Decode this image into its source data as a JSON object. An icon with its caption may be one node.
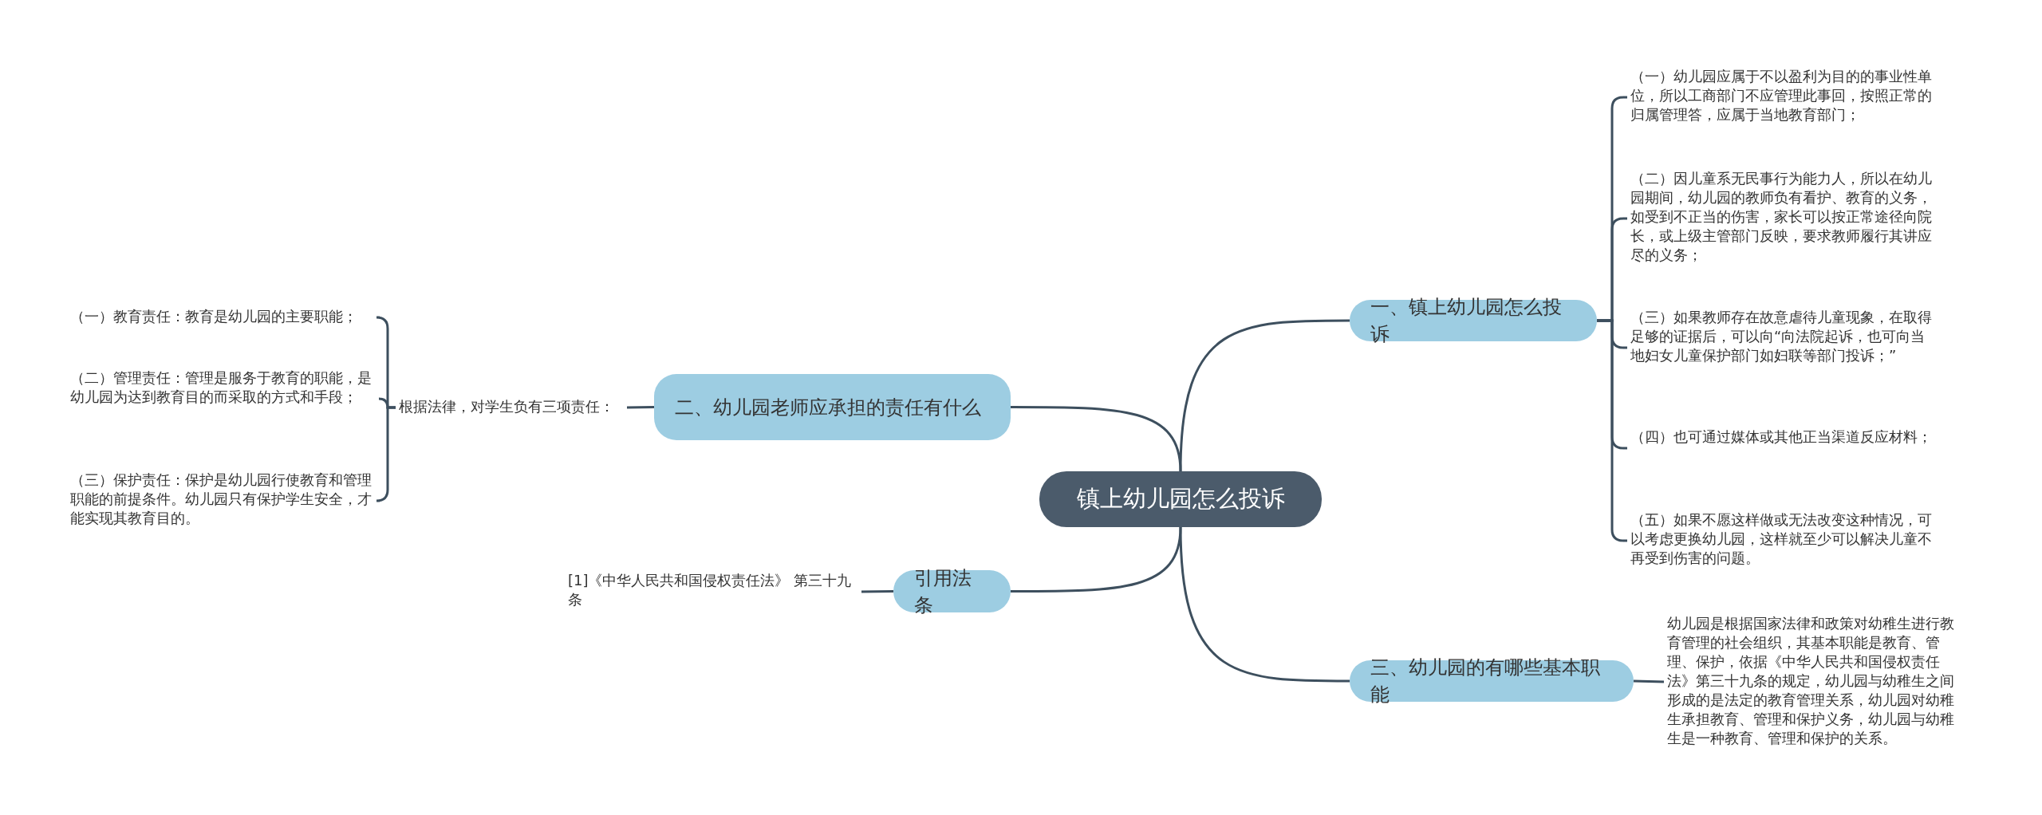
{
  "diagram": {
    "nodes": [
      {
        "text": [
          "镇上幼儿园怎么投诉"
        ]
      },
      {
        "text": [
          "一、镇上幼儿园怎么投诉"
        ]
      },
      {
        "text": [
          "（一）幼儿园应属于不以盈利为目的的事业性单位，所以工商部门不应管理此事回，按照正常的归属管理答，应属于当地教育部门；"
        ]
      },
      {
        "text": [
          "（二）因儿童系无民事行为能力人，所以在幼儿园期间，幼儿园的教师负有看护、教育的义务，如受到不正当的伤害，家长可以按正常途径向院长，或上级主管部门反映，要求教师履行其讲应尽的义务；"
        ]
      },
      {
        "text": [
          "（三）如果教师存在故意虐待儿童现象，在取得足够的证据后，可以向“向法院起诉，也可向当地妇女儿童保护部门如妇联等部门投诉；”"
        ]
      },
      {
        "text": [
          "（四）也可通过媒体或其他正当渠道反应材料；"
        ]
      },
      {
        "text": [
          "（五）如果不愿这样做或无法改变这种情况，可以考虑更换幼儿园，这样就至少可以解决儿童不再受到伤害的问题。"
        ]
      },
      {
        "text": [
          "二、幼儿园老师应承担的责任有什么"
        ]
      },
      {
        "text": [
          "根据法律，对学生负有三项责任："
        ]
      },
      {
        "text": [
          "（一）教育责任：教育是幼儿园的主要职能；"
        ]
      },
      {
        "text": [
          "（二）管理责任：管理是服务于教育的职能，是幼儿园为达到教育目的而采取的方式和手段；"
        ]
      },
      {
        "text": [
          "（三）保护责任：保护是幼儿园行使教育和管理职能的前提条件。幼儿园只有保护学生安全，才能实现其教育目的。"
        ]
      },
      {
        "text": [
          "引用法条"
        ]
      },
      {
        "text": [
          "[1]《中华人民共和国侵权责任法》 第三十九条"
        ]
      },
      {
        "text": [
          "三、幼儿园的有哪些基本职能"
        ]
      },
      {
        "text": [
          "幼儿园是根据国家法律和政策对幼稚生进行教育管理的社会组织，其基本职能是教育、管理、保护，依据《中华人民共和国侵权责任法》第三十九条的规定，幼儿园与幼稚生之间形成的是法定的教育管理关系，幼儿园对幼稚生承担教育、管理和保护义务，幼儿园与幼稚生是一种教育、管理和保护的关系。"
        ]
      }
    ],
    "edges": [
      {
        "from": 0,
        "to": 1,
        "arrow": "none"
      },
      {
        "from": 0,
        "to": 7,
        "arrow": "none"
      },
      {
        "from": 0,
        "to": 12,
        "arrow": "none"
      },
      {
        "from": 0,
        "to": 14,
        "arrow": "none"
      },
      {
        "from": 1,
        "to": 2,
        "arrow": "none"
      },
      {
        "from": 1,
        "to": 3,
        "arrow": "none"
      },
      {
        "from": 1,
        "to": 4,
        "arrow": "none"
      },
      {
        "from": 1,
        "to": 5,
        "arrow": "none"
      },
      {
        "from": 1,
        "to": 6,
        "arrow": "none"
      },
      {
        "from": 7,
        "to": 8,
        "arrow": "none"
      },
      {
        "from": 8,
        "to": 9,
        "arrow": "none"
      },
      {
        "from": 8,
        "to": 10,
        "arrow": "none"
      },
      {
        "from": 8,
        "to": 11,
        "arrow": "none"
      },
      {
        "from": 12,
        "to": 13,
        "arrow": "none"
      },
      {
        "from": 14,
        "to": 15,
        "arrow": "none"
      }
    ]
  }
}
